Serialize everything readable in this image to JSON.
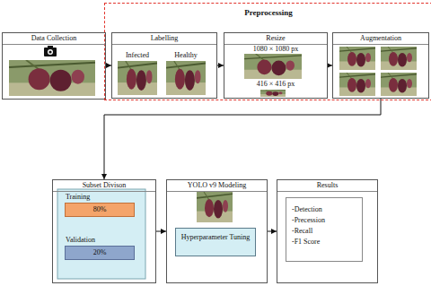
{
  "diagram": {
    "nodes": [
      {
        "text": [
          "Data Collection"
        ]
      },
      {
        "text": [
          "Preprocessing"
        ]
      },
      {
        "text": [
          "Labelling",
          "Infected",
          "Healthy"
        ],
        "in": 1
      },
      {
        "text": [
          "Resize",
          "1080 × 1080 px",
          "416 × 416 px"
        ],
        "in": 1
      },
      {
        "text": [
          "Augmentation"
        ],
        "in": 1
      },
      {
        "text": [
          "Subset Divison"
        ]
      },
      {
        "text": [
          "Training",
          "80%"
        ],
        "in": 5
      },
      {
        "text": [
          "Validation",
          "20%"
        ],
        "in": 5
      },
      {
        "text": [
          "YOLO v9 Modeling"
        ]
      },
      {
        "text": [
          "Hyperparameter Tuning"
        ],
        "in": 8
      },
      {
        "text": [
          "Results"
        ]
      },
      {
        "text": [
          "-Detection",
          "-Precession",
          "-Recall",
          "-F1 Score"
        ],
        "in": 10
      }
    ],
    "edges": [
      {
        "from": 0,
        "to": 2,
        "arrow": "to"
      },
      {
        "from": 2,
        "to": 3,
        "arrow": "to"
      },
      {
        "from": 3,
        "to": 4,
        "arrow": "to"
      },
      {
        "from": 4,
        "to": 5,
        "arrow": "to"
      },
      {
        "from": 5,
        "to": 8,
        "arrow": "to"
      },
      {
        "from": 8,
        "to": 10,
        "arrow": "to"
      }
    ]
  }
}
